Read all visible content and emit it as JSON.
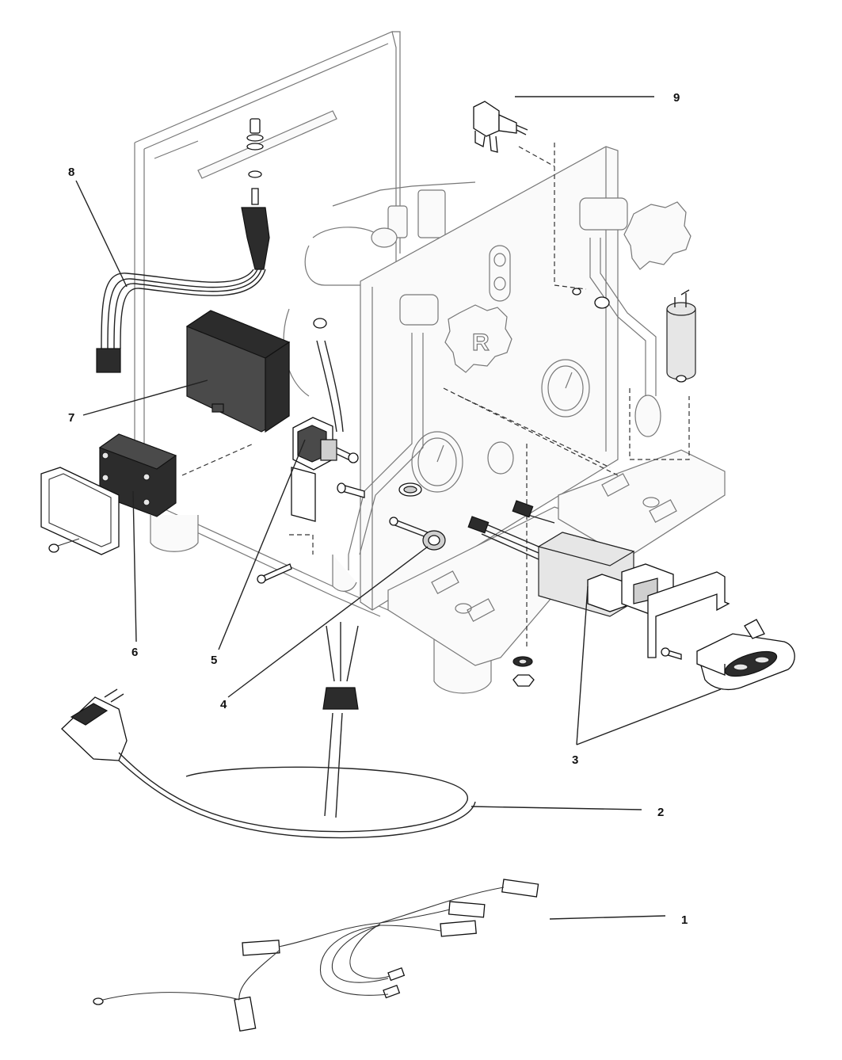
{
  "diagram": {
    "callouts": [
      {
        "id": "1",
        "label": "1"
      },
      {
        "id": "2",
        "label": "2"
      },
      {
        "id": "3",
        "label": "3"
      },
      {
        "id": "4",
        "label": "4"
      },
      {
        "id": "5",
        "label": "5"
      },
      {
        "id": "6",
        "label": "6"
      },
      {
        "id": "7",
        "label": "7"
      },
      {
        "id": "8",
        "label": "8"
      },
      {
        "id": "9",
        "label": "9"
      }
    ],
    "logo_letter": "R"
  }
}
